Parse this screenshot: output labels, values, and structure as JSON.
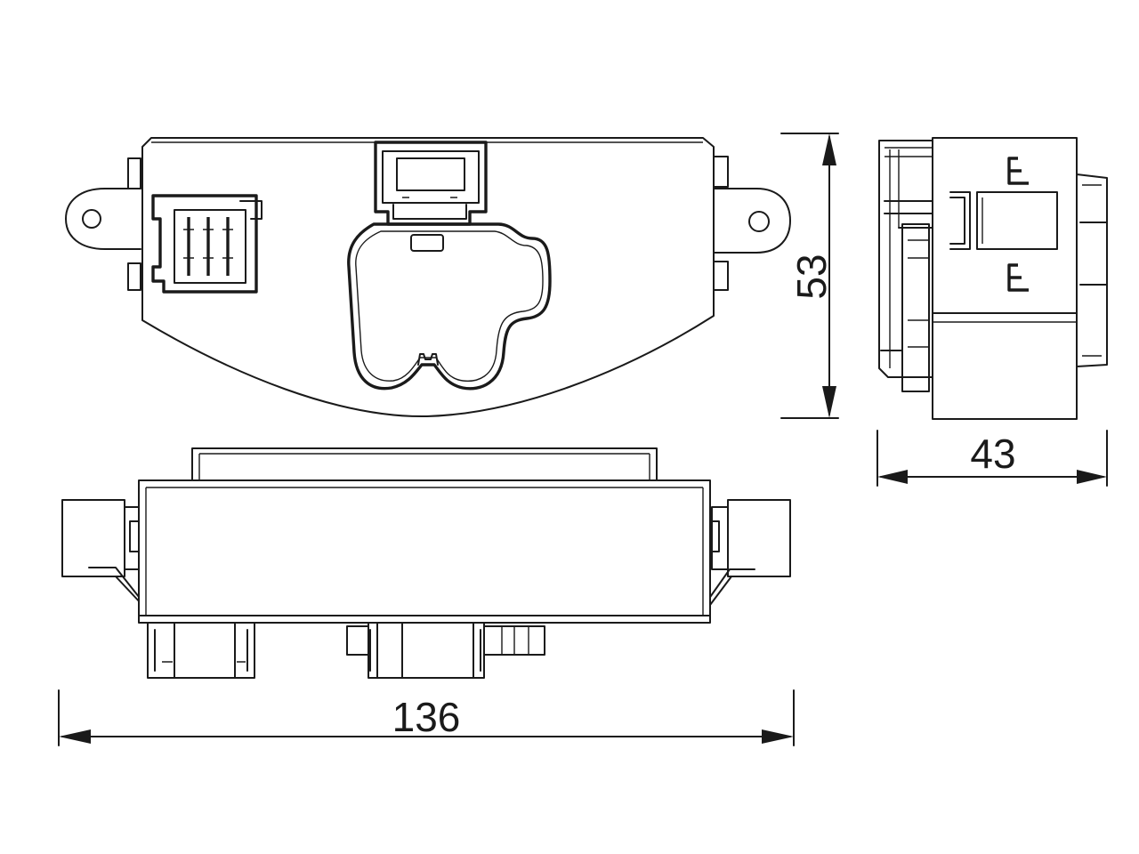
{
  "diagram": {
    "dimensions": {
      "width": {
        "label": "136"
      },
      "height": {
        "label": "53"
      },
      "depth": {
        "label": "43"
      }
    },
    "colors": {
      "line": "#1a1a1a",
      "background": "#ffffff"
    }
  }
}
